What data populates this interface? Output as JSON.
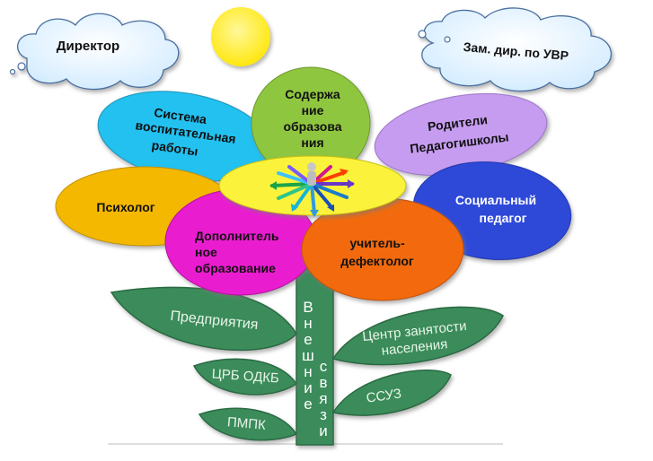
{
  "clouds": {
    "left": "Директор",
    "right": "Зам. дир. по УВР"
  },
  "petals": {
    "top": [
      "Содержа",
      "ние",
      "образова",
      "ния"
    ],
    "upper_left": [
      "Система",
      "воспитательная",
      "работы"
    ],
    "upper_right": [
      "Родители",
      "Педагогишколы"
    ],
    "left": "Психолог",
    "right": [
      "Социальный",
      "педагог"
    ],
    "lower_left": [
      "Дополнитель",
      "ное",
      "образование"
    ],
    "lower_right": [
      "учитель-",
      "дефектолог"
    ]
  },
  "stem": {
    "col1": [
      "В",
      "н",
      "е",
      "ш",
      "н",
      "и",
      "е"
    ],
    "col2": [
      "с",
      "в",
      "я",
      "з",
      "и"
    ]
  },
  "leaves": {
    "left_top": "Предприятия",
    "left_mid": "ЦРБ ОДКБ",
    "left_bottom": "ПМПК",
    "right_top": [
      "Центр занятости",
      "населения"
    ],
    "right_mid": "ССУЗ"
  },
  "colors": {
    "sun": "#ffef33",
    "top_petal": "#8fc63f",
    "upper_left_petal": "#23c1f0",
    "upper_right_petal": "#c69cf0",
    "left_petal": "#f5b800",
    "right_petal": "#2d49d8",
    "lower_left_petal": "#ea1bd0",
    "lower_right_petal": "#f26a0e",
    "center": "#fbf33a",
    "leaf": "#3a8c5a",
    "leaf_stroke": "#2a6a43"
  }
}
